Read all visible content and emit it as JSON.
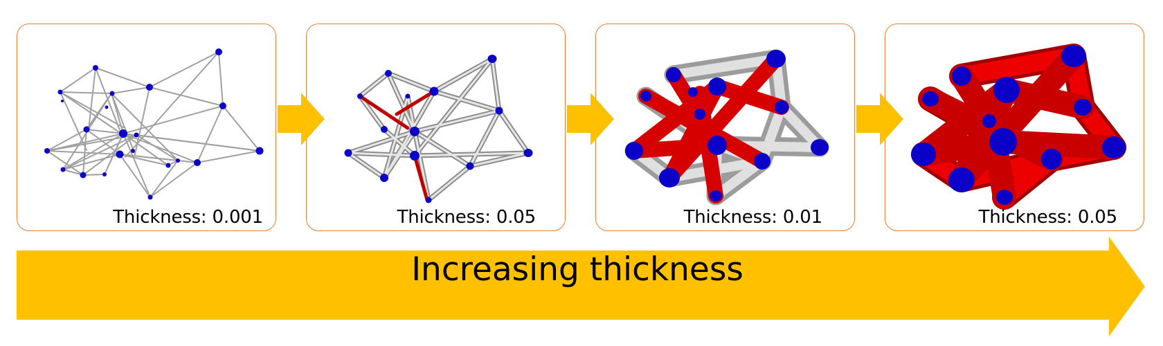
{
  "panels": [
    {
      "caption": "Thickness: 0.001"
    },
    {
      "caption": "Thickness: 0.05"
    },
    {
      "caption": "Thickness: 0.01"
    },
    {
      "caption": "Thickness: 0.05"
    }
  ],
  "arrow": {
    "label": "Increasing thickness"
  },
  "colors": {
    "panel_border": "#ed7d31",
    "arrow": "#ffc000",
    "node": "#0a00c8",
    "edge_gray": "#b8b8b8",
    "edge_red": "#e00000"
  }
}
